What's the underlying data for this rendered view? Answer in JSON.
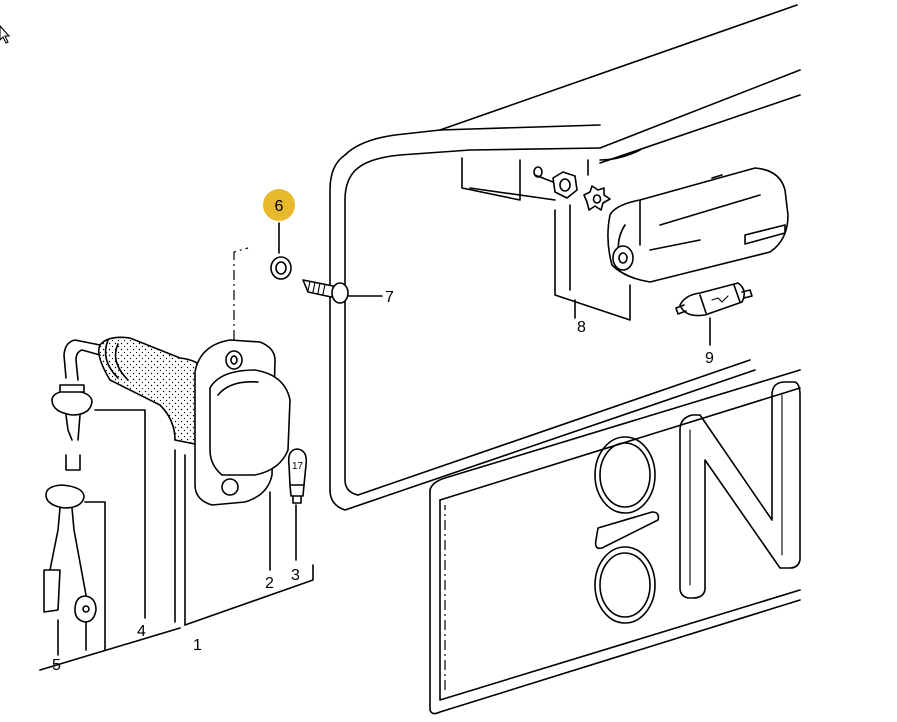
{
  "diagram": {
    "highlight_color": "#e8b92a",
    "callouts": [
      {
        "id": "1",
        "label": "1"
      },
      {
        "id": "2",
        "label": "2"
      },
      {
        "id": "3",
        "label": "3"
      },
      {
        "id": "4",
        "label": "4"
      },
      {
        "id": "5",
        "label": "5"
      },
      {
        "id": "6",
        "label": "6",
        "highlighted": true
      },
      {
        "id": "7",
        "label": "7"
      },
      {
        "id": "8",
        "label": "8"
      },
      {
        "id": "9",
        "label": "9"
      }
    ],
    "bulb_marking": "17",
    "cursor_icon": "arrow-cursor-icon"
  }
}
